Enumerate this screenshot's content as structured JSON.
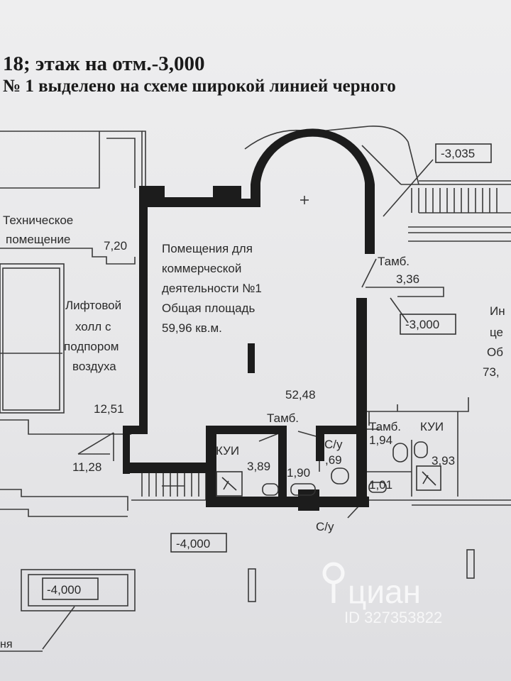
{
  "header": {
    "line1": "18; этаж на отм.-3,000",
    "line2": "№ 1 выделено на схеме широкой линией черного"
  },
  "rooms": {
    "technical": {
      "line1": "Техническое",
      "line2": "помещение",
      "area": "7,20"
    },
    "lift_hall": {
      "line1": "Лифтовой",
      "line2": "холл с",
      "line3": "подпором",
      "line4": "воздуха",
      "area": "12,51"
    },
    "corridor_area": "11,28",
    "commercial": {
      "line1": "Помещения для",
      "line2": "коммерческой",
      "line3": "деятельности №1",
      "line4": "Общая площадь",
      "line5": "59,96 кв.м.",
      "main_area": "52,48"
    },
    "vestibule_top": {
      "label": "Тамб.",
      "area": "3,36"
    },
    "kui_left": {
      "label": "КУИ",
      "area": "3,89"
    },
    "vestibule_mid": {
      "label": "Тамб.",
      "area": "1,90"
    },
    "wc_mid": {
      "label": "С/у",
      "area": ",69"
    },
    "vestibule_right": {
      "label": "Тамб.",
      "area": "1,94"
    },
    "kui_right": {
      "label": "КУИ",
      "area": "3,93"
    },
    "wc_right_area": "1,01",
    "wc_bottom_label": "С/у",
    "right_partial": {
      "line1": "Ин",
      "line2": "це",
      "line3": "Об",
      "line4": "73,"
    },
    "bottom_left_partial": "ня"
  },
  "levels": {
    "top_right": "-3,035",
    "right": "-3,000",
    "bottom_center": "-4,000",
    "bottom_left": "-4,000"
  },
  "watermark": {
    "brand": "циан",
    "id": "ID 327353822"
  },
  "colors": {
    "wall": "#1c1c1c",
    "line": "#3a3a3a",
    "paper": "#e9e9ea"
  }
}
